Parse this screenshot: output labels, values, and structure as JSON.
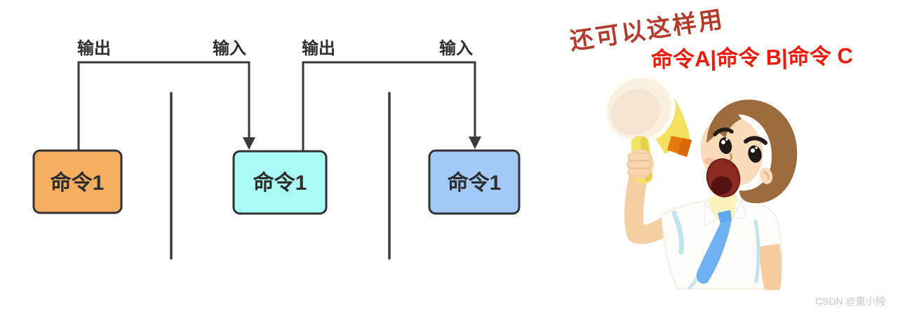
{
  "diagram": {
    "flow_labels": [
      "输出",
      "输入",
      "输出",
      "输入"
    ],
    "boxes": [
      {
        "label": "命令1",
        "fill": "#f6ae61"
      },
      {
        "label": "命令1",
        "fill": "#abfbf7"
      },
      {
        "label": "命令1",
        "fill": "#a2c9f8"
      }
    ],
    "line_color": "#3a3a3a",
    "box_border_color": "#323232",
    "label_color": "#2e2e2e"
  },
  "annotation": {
    "line1": "还可以这样用",
    "line1_color": "#b53a2b",
    "line2": "命令A|命令 B|命令 C",
    "line2_color": "#ee1b0b"
  },
  "illustration": {
    "name": "boy-shouting-into-megaphone",
    "colors": {
      "megaphone_yellow": "#f5e160",
      "megaphone_cone": "#faf0e1",
      "megaphone_tip": "#e8790f",
      "skin": "#f8d6b0",
      "hair": "#9c6b3e",
      "mouth": "#8c2a22",
      "shirt": "#fdfdfa",
      "tie": "#6fb1f2",
      "collar": "#fbf2be"
    }
  },
  "watermark": {
    "text": "CSDN @童小纯",
    "color": "#c6c6c6"
  }
}
